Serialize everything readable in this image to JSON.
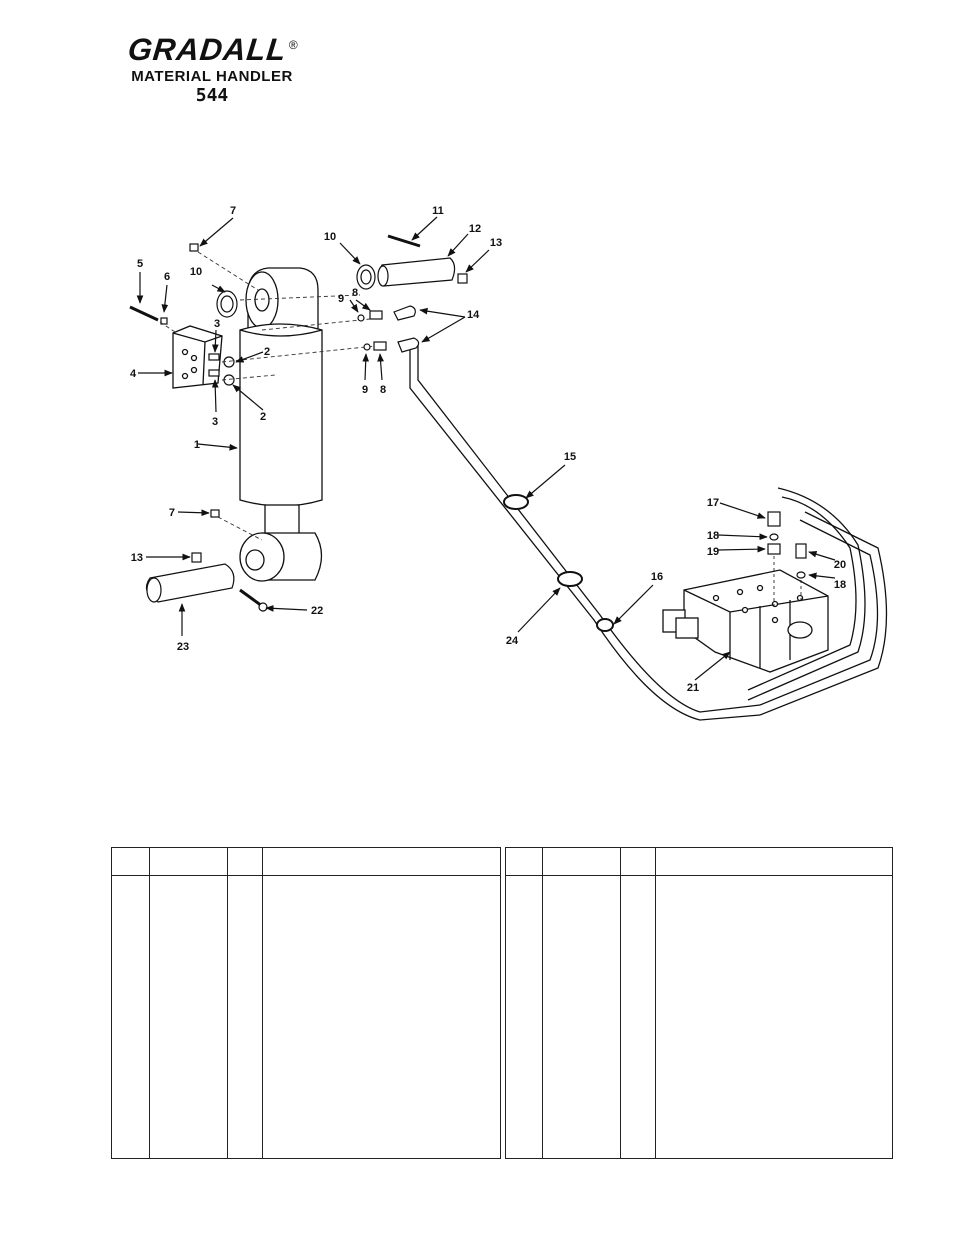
{
  "header": {
    "brand": "GRADALL",
    "registered": "®",
    "subtitle": "MATERIAL HANDLER",
    "model": "544"
  },
  "callouts": {
    "c1": "1",
    "c2a": "2",
    "c2b": "2",
    "c3a": "3",
    "c3b": "3",
    "c4": "4",
    "c5": "5",
    "c6": "6",
    "c7a": "7",
    "c7b": "7",
    "c8a": "8",
    "c8b": "8",
    "c9a": "9",
    "c9b": "9",
    "c10a": "10",
    "c10b": "10",
    "c11": "11",
    "c12": "12",
    "c13a": "13",
    "c13b": "13",
    "c14": "14",
    "c15": "15",
    "c16": "16",
    "c17": "17",
    "c18a": "18",
    "c18b": "18",
    "c19": "19",
    "c20": "20",
    "c21": "21",
    "c22": "22",
    "c23": "23",
    "c24": "24"
  },
  "parts_tables": {
    "left": {
      "headers": [
        "",
        "",
        "",
        ""
      ],
      "rows": []
    },
    "right": {
      "headers": [
        "",
        "",
        "",
        ""
      ],
      "rows": []
    }
  }
}
